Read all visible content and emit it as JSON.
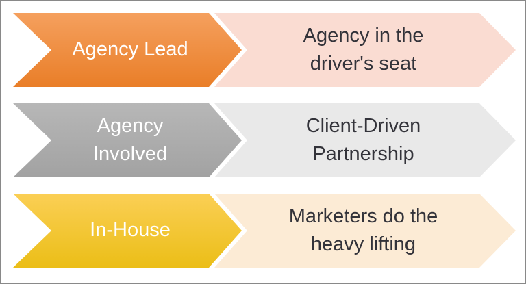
{
  "figure": {
    "type": "chevron-process-diagram",
    "background_color": "#FFFFFF",
    "border_color": "#898989",
    "arrow_text_color": "#FFFFFF",
    "band_text_color": "#33333A"
  },
  "rows": [
    {
      "arrow_label": "Agency Lead",
      "band_label": "Agency in the\ndriver's seat",
      "arrow_gradient_top": "#F5A05E",
      "arrow_gradient_bottom": "#E97E28",
      "band_color": "#FADCD2"
    },
    {
      "arrow_label": "Agency\nInvolved",
      "band_label": "Client-Driven\nPartnership",
      "arrow_gradient_top": "#B7B7B7",
      "arrow_gradient_bottom": "#A2A2A2",
      "band_color": "#E9E9E9"
    },
    {
      "arrow_label": "In-House",
      "band_label": "Marketers do the\nheavy lifting",
      "arrow_gradient_top": "#FBCF55",
      "arrow_gradient_bottom": "#EBBE17",
      "band_color": "#FCEBD5"
    }
  ]
}
